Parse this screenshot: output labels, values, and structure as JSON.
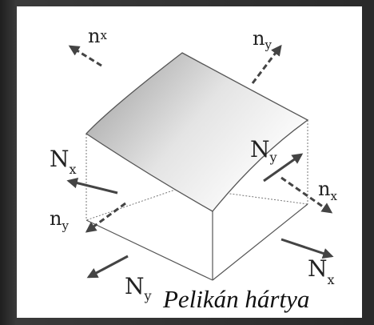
{
  "labels": {
    "nx_top": "n",
    "nx_top_sub": "x",
    "ny_top": "n",
    "ny_top_sub": "y",
    "Nx_left": "N",
    "Nx_left_sub": "x",
    "Ny_right": "N",
    "Ny_right_sub": "y",
    "nx_right": "n",
    "nx_right_sub": "x",
    "ny_left": "n",
    "ny_left_sub": "y",
    "Ny_bottom": "N",
    "Ny_bottom_sub": "y",
    "Nx_bottom": "N",
    "Nx_bottom_sub": "x"
  },
  "caption": "Pelikán hártya"
}
